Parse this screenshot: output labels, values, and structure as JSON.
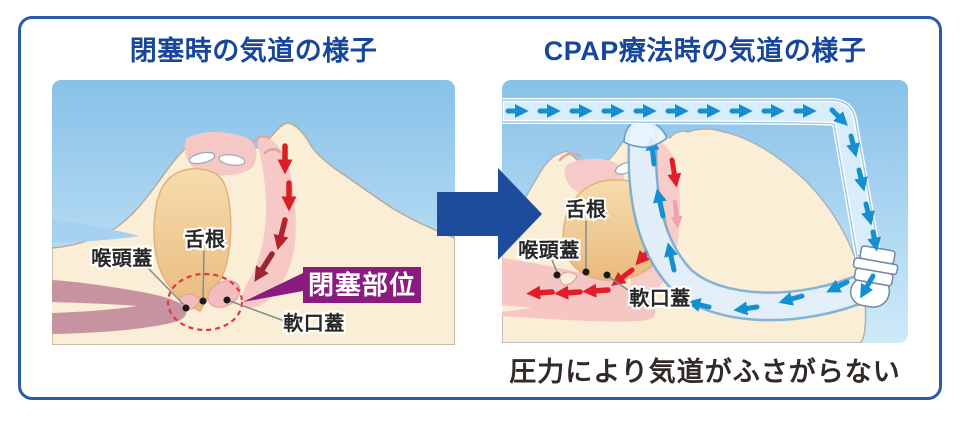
{
  "left_panel": {
    "title": "閉塞時の気道の様子",
    "labels": {
      "epiglottis": "喉頭蓋",
      "tongue_base": "舌根",
      "soft_palate": "軟口蓋"
    },
    "obstruction_badge": "閉塞部位"
  },
  "right_panel": {
    "title": "CPAP療法時の気道の様子",
    "labels": {
      "tongue_base": "舌根",
      "epiglottis": "喉頭蓋",
      "soft_palate": "軟口蓋"
    },
    "caption": "圧力により気道がふさがらない"
  },
  "colors": {
    "frame_border": "#2a5aa8",
    "title_blue": "#17479d",
    "sky_top": "#88c1e8",
    "sky_bottom": "#cfeaf9",
    "skin": "#fbeed6",
    "tongue": "#f0c98e",
    "airway_pink": "#f6c9c7",
    "throat_mauve": "#c893a1",
    "red_arrow": "#d71f26",
    "blue_arrow": "#148fd0",
    "tube_fill": "#d9ecf9",
    "badge_purple": "#8a1b7f",
    "transition_arrow_navy": "#1c4c9b",
    "caption_text": "#322a26"
  }
}
